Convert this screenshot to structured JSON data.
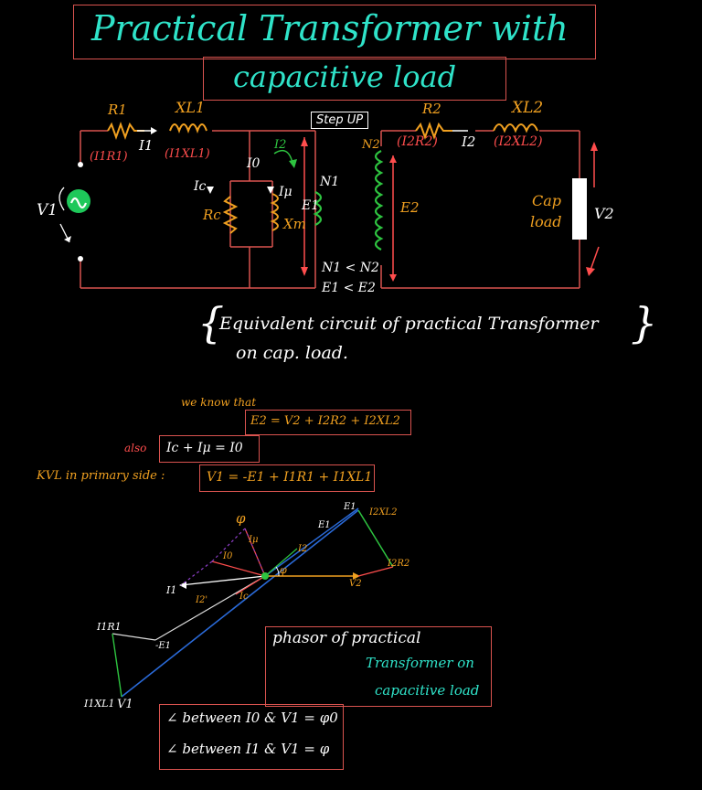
{
  "title": {
    "line1": "Practical Transformer with",
    "line2": "capacitive load"
  },
  "circuit": {
    "R1": "R1",
    "XL1": "XL1",
    "I1R1": "(I1R1)",
    "I1": "I1",
    "I1XL1": "(I1XL1)",
    "I0": "I0",
    "Ic": "Ic",
    "Iu": "Iμ",
    "Rc": "Rc",
    "Xm": "Xm",
    "I2_loop": "I2",
    "E1": "E1",
    "N1": "N1",
    "V1": "V1",
    "step_up": "Step UP",
    "N2": "N2",
    "E2": "E2",
    "R2": "R2",
    "XL2": "XL2",
    "I2R2": "(I2R2)",
    "I2": "I2",
    "I2XL2": "(I2XL2)",
    "cap_load_line1": "Cap",
    "cap_load_line2": "load",
    "V2": "V2",
    "N_relation": "N1 < N2",
    "E_relation": "E1 < E2"
  },
  "caption": {
    "line1": "Equivalent circuit of practical Transformer",
    "line2": "on cap. load."
  },
  "equations": {
    "we_know": "we know that",
    "eq1": "E2 = V2 + I2R2 + I2XL2",
    "also": "also",
    "eq2": "Ic + Iμ = I0",
    "kvl": "KVL in primary side :",
    "eq3": "V1 = -E1 + I1R1 + I1XL1"
  },
  "phasor": {
    "phi_top": "φ",
    "I0": "I0",
    "Iu": "Iμ",
    "E1": "E1",
    "E1p": "E1",
    "I2XL2": "I2XL2",
    "I2R2": "I2R2",
    "I2": "I2",
    "phi": "φ",
    "V2": "V2",
    "I1": "I1",
    "I2p": "I2'",
    "Ic": "Ic",
    "I1R1": "I1R1",
    "minusE1": "-E1",
    "I1XL1": "I1XL1",
    "V1": "V1"
  },
  "phasor_note": {
    "line1": "phasor of practical",
    "line2": "Transformer on",
    "line3": "capacitive load"
  },
  "angles": {
    "line1": "∠ between I0 & V1 = φ0",
    "line2": "∠ between I1 & V1 = φ"
  },
  "colors": {
    "cyan": "#2fe3c9",
    "orange": "#f0a020",
    "red": "#ff4d4d",
    "frame": "#d9534f",
    "blue": "#2a6ad8",
    "green": "#2ec440"
  }
}
